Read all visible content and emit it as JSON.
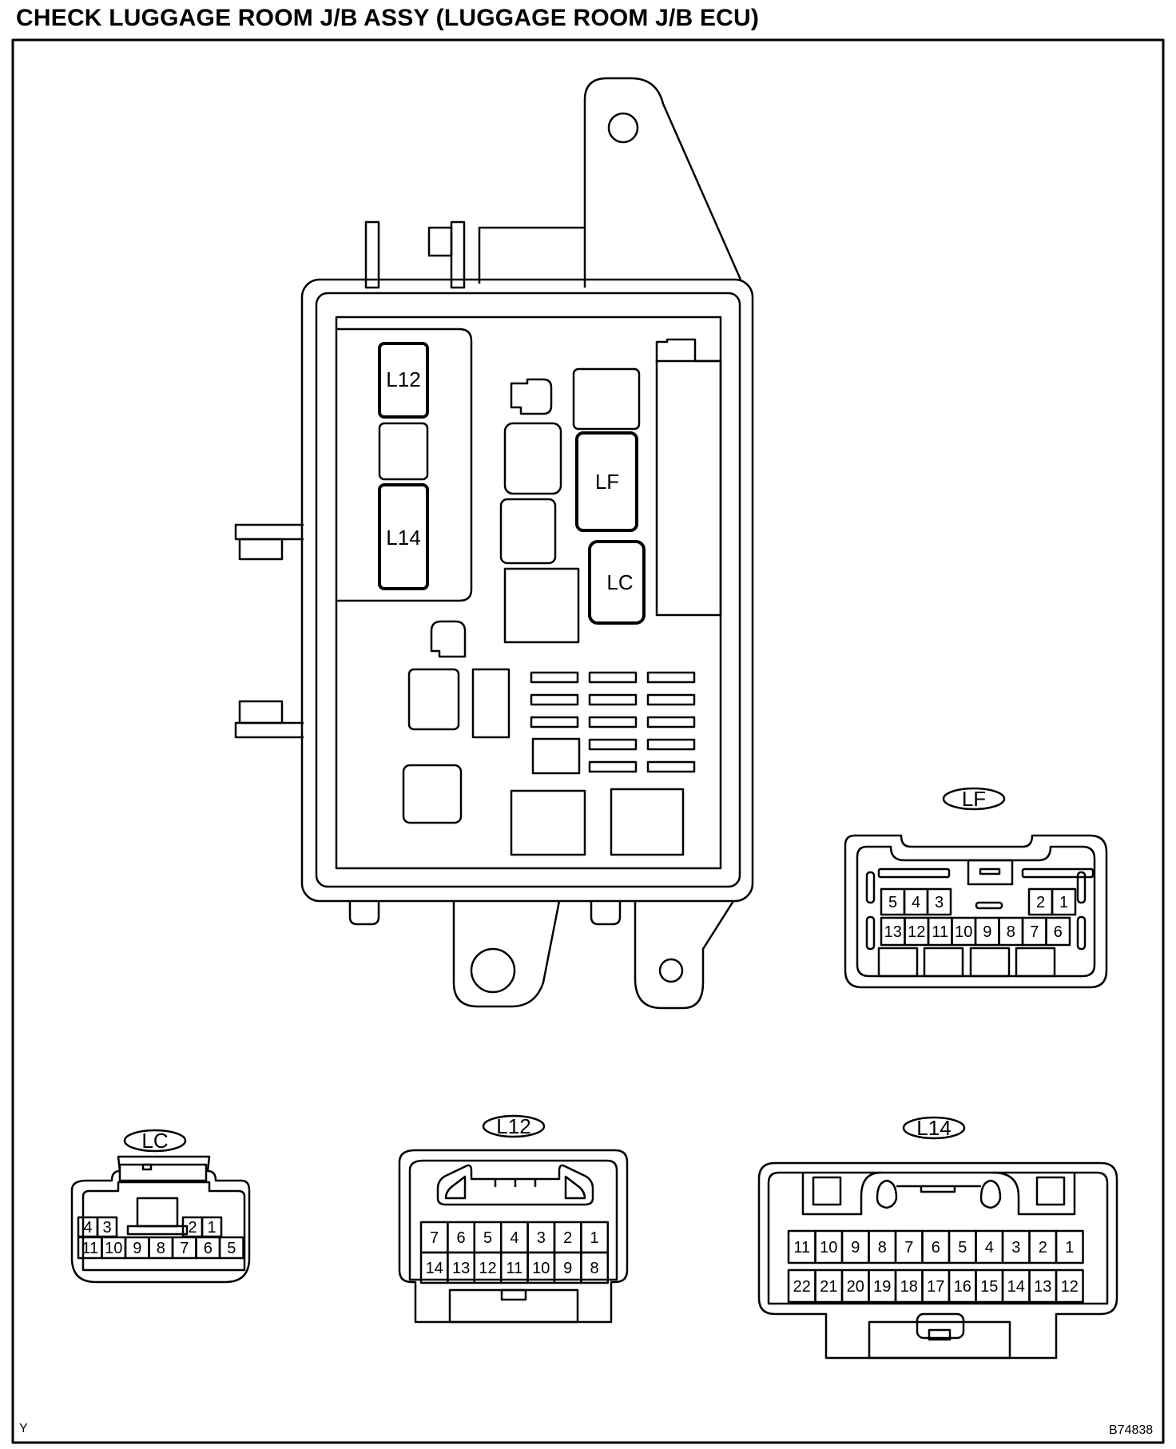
{
  "header": {
    "title": "CHECK LUGGAGE ROOM J/B ASSY (LUGGAGE ROOM J/B ECU)"
  },
  "jb_labels": {
    "l12": "L12",
    "l14": "L14",
    "lf": "LF",
    "lc": "LC"
  },
  "connectors": {
    "lf": {
      "label": "LF",
      "top_row": [
        "5",
        "4",
        "3",
        "2",
        "1"
      ],
      "bottom_row": [
        "13",
        "12",
        "11",
        "10",
        "9",
        "8",
        "7",
        "6"
      ]
    },
    "lc": {
      "label": "LC",
      "top_row": [
        "4",
        "3",
        "2",
        "1"
      ],
      "bottom_row": [
        "11",
        "10",
        "9",
        "8",
        "7",
        "6",
        "5"
      ]
    },
    "l12": {
      "label": "L12",
      "top_row": [
        "7",
        "6",
        "5",
        "4",
        "3",
        "2",
        "1"
      ],
      "bottom_row": [
        "14",
        "13",
        "12",
        "11",
        "10",
        "9",
        "8"
      ]
    },
    "l14": {
      "label": "L14",
      "top_row": [
        "11",
        "10",
        "9",
        "8",
        "7",
        "6",
        "5",
        "4",
        "3",
        "2",
        "1"
      ],
      "bottom_row": [
        "22",
        "21",
        "20",
        "19",
        "18",
        "17",
        "16",
        "15",
        "14",
        "13",
        "12"
      ]
    }
  },
  "footer": {
    "left_code": "Y",
    "figure_id": "B74838"
  }
}
